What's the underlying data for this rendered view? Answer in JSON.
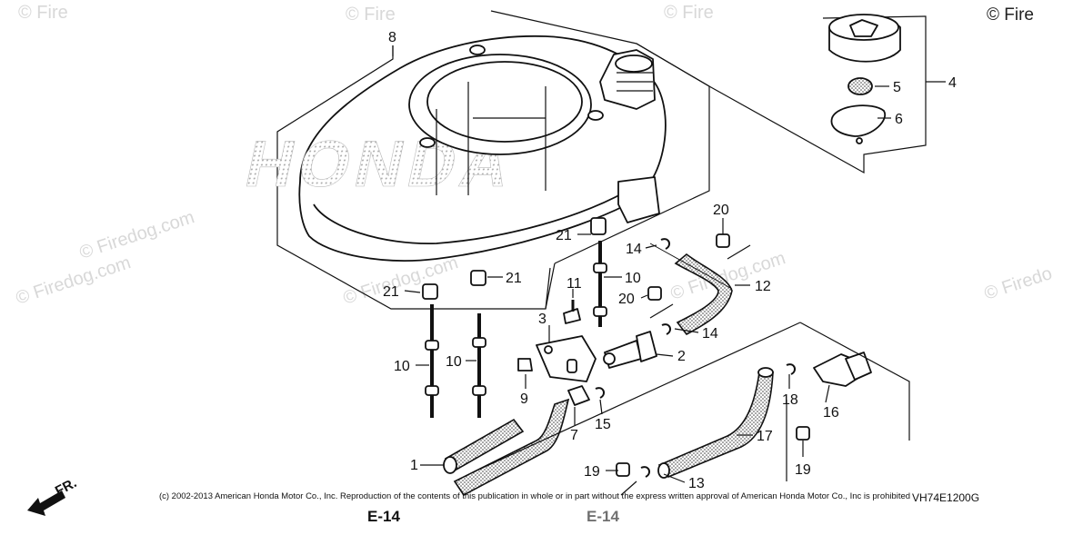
{
  "watermarks": {
    "top_right": "© Fire",
    "repeat_text": "© Firedog.com",
    "right_edge": "© Firedo",
    "top_left": "© Fire",
    "top_middle_a": "© Fire",
    "top_middle_b": "© Fire"
  },
  "brand_mark": "HONDA",
  "part_labels": {
    "p1": "1",
    "p2": "2",
    "p3": "3",
    "p4": "4",
    "p5": "5",
    "p6": "6",
    "p7": "7",
    "p8": "8",
    "p9": "9",
    "p10a": "10",
    "p10b": "10",
    "p10c": "10",
    "p11": "11",
    "p12": "12",
    "p13": "13",
    "p14a": "14",
    "p14b": "14",
    "p15": "15",
    "p16": "16",
    "p17": "17",
    "p18": "18",
    "p19a": "19",
    "p19b": "19",
    "p20a": "20",
    "p20b": "20",
    "p21a": "21",
    "p21b": "21",
    "p21c": "21"
  },
  "footer": {
    "copyright": "(c) 2002-2013 American Honda Motor Co., Inc. Reproduction of the contents of this publication in whole or in part without the express written approval of American Honda Motor Co., Inc is prohibited",
    "diagram_code": "VH74E1200G",
    "ref_left": "E-14",
    "ref_right": "E-14"
  },
  "direction_marker": "FR."
}
